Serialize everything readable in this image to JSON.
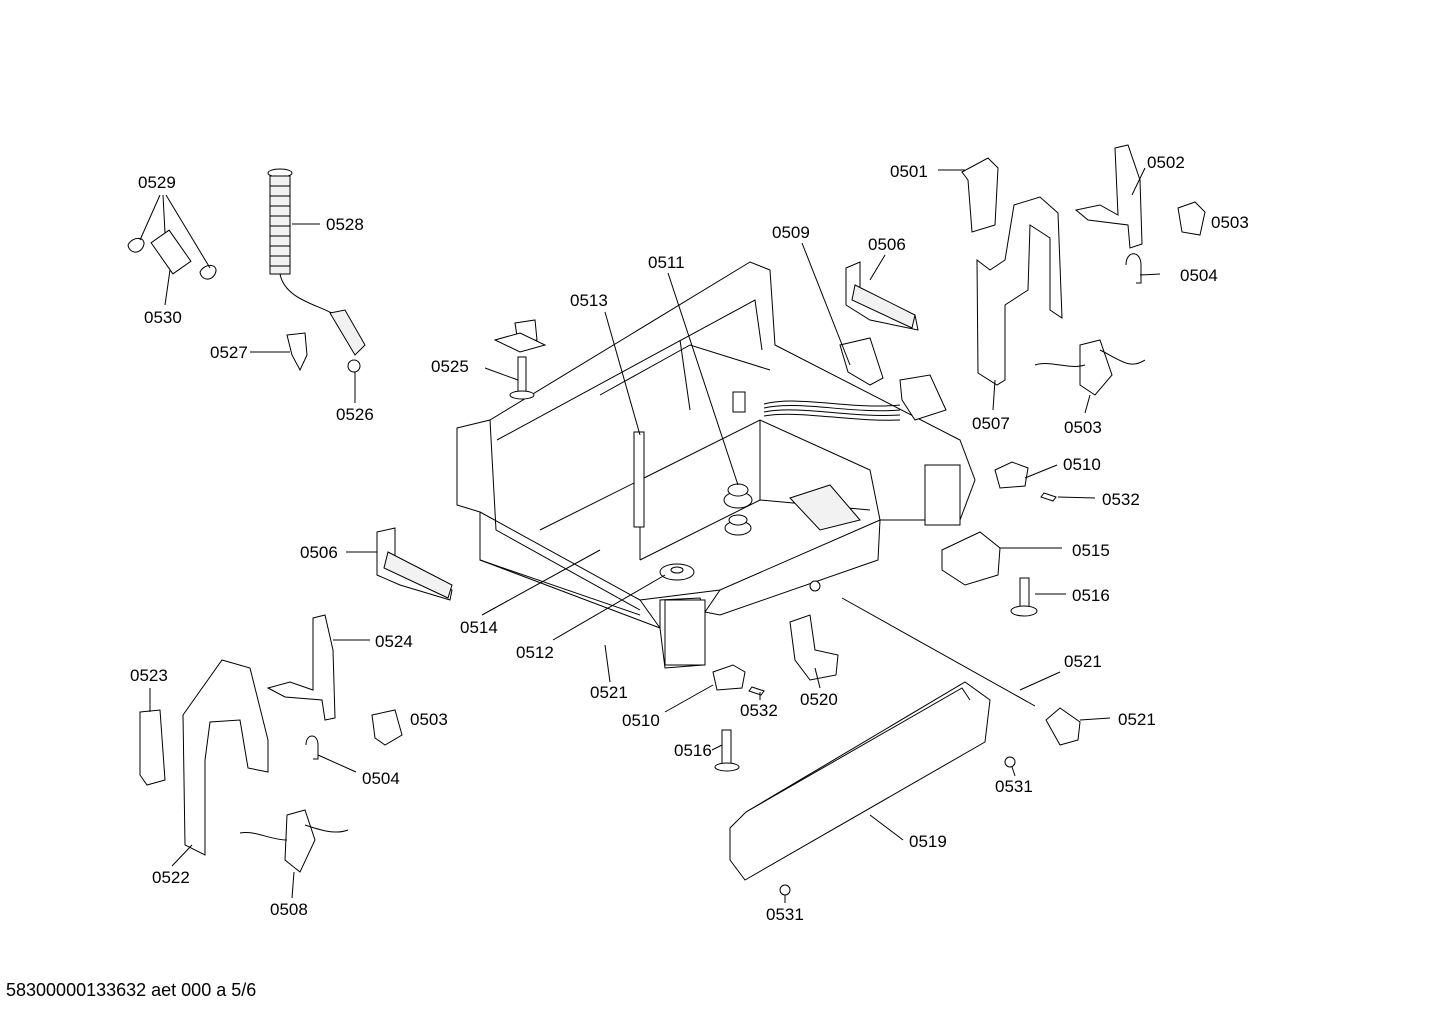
{
  "labels": {
    "p0529": "0529",
    "p0530": "0530",
    "p0528": "0528",
    "p0527": "0527",
    "p0526": "0526",
    "p0525": "0525",
    "p0513": "0513",
    "p0511": "0511",
    "p0509": "0509",
    "p0506_top": "0506",
    "p0501": "0501",
    "p0502": "0502",
    "p0503_top": "0503",
    "p0504_top": "0504",
    "p0507": "0507",
    "p0503_right": "0503",
    "p0510_right": "0510",
    "p0532_right": "0532",
    "p0515": "0515",
    "p0516_right": "0516",
    "p0521_right": "0521",
    "p0521_knob": "0521",
    "p0506_left": "0506",
    "p0514": "0514",
    "p0512": "0512",
    "p0521_base": "0521",
    "p0520": "0520",
    "p0510_mid": "0510",
    "p0532_mid": "0532",
    "p0516_mid": "0516",
    "p0524": "0524",
    "p0523": "0523",
    "p0503_left": "0503",
    "p0504_left": "0504",
    "p0522": "0522",
    "p0508": "0508",
    "p0531_right": "0531",
    "p0519": "0519",
    "p0531_bottom": "0531"
  },
  "footer": "58300000133632 aet 000 a 5/6"
}
